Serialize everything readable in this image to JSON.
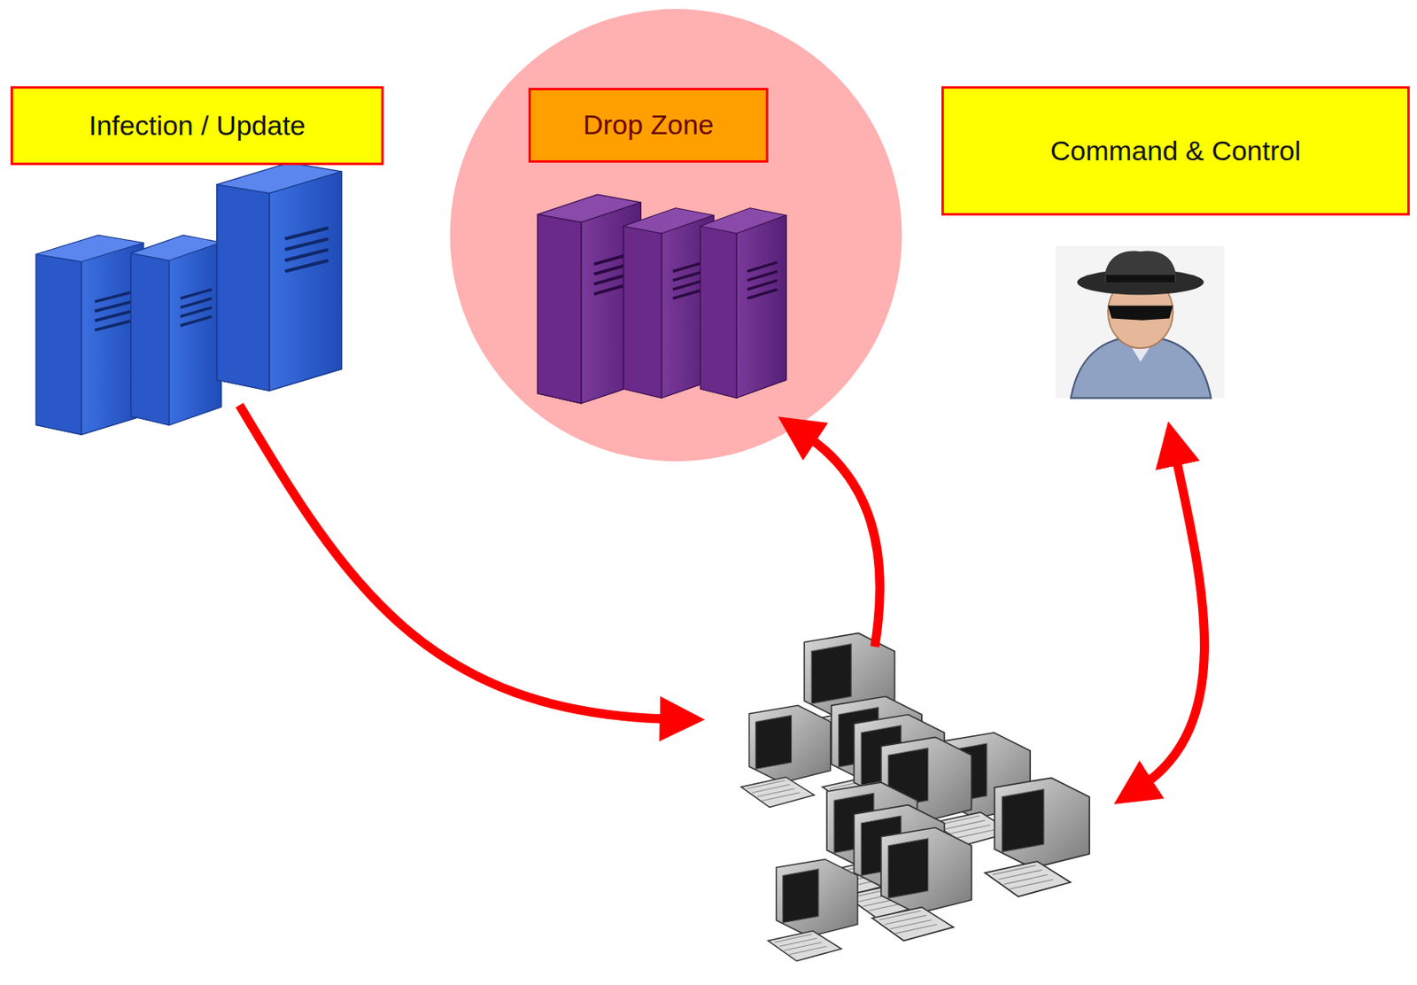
{
  "diagram": {
    "nodes": [
      {
        "text": [
          "Infection / Update"
        ]
      },
      {
        "text": [
          "Drop Zone"
        ]
      },
      {
        "text": [
          "Command & Control"
        ]
      }
    ]
  }
}
